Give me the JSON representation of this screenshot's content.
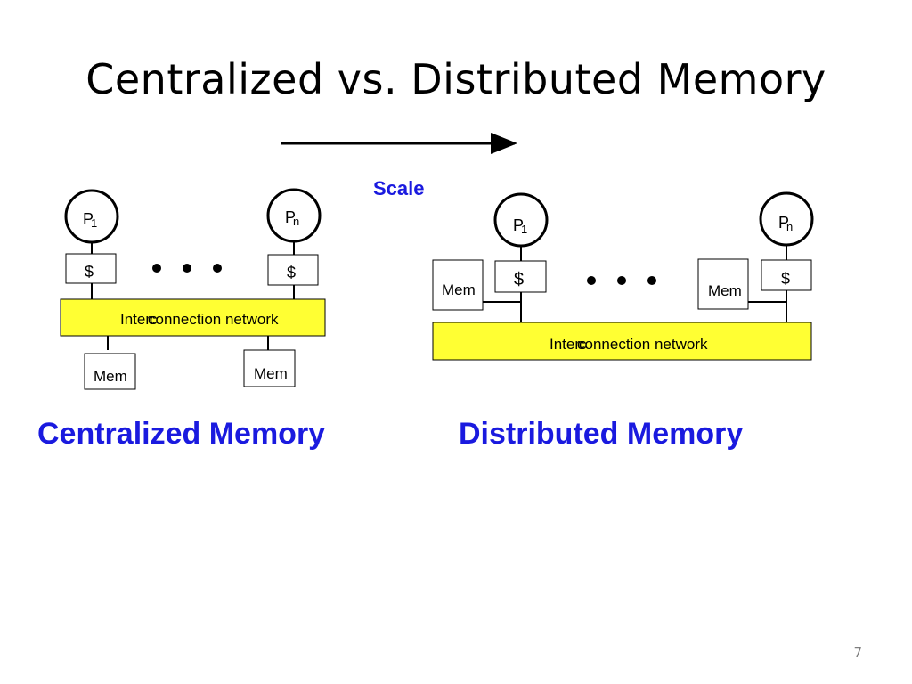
{
  "title": "Centralized vs. Distributed Memory",
  "scale_label": "Scale",
  "centralized": {
    "p1": {
      "main": "P",
      "sub": "1"
    },
    "pn": {
      "main": "P",
      "sub": "n"
    },
    "cache": "$",
    "network": {
      "prefix": "Inter",
      "overlap": "c",
      "rest": "connection network"
    },
    "mem_left": "Mem",
    "mem_right": "Mem",
    "caption": "Centralized Memory"
  },
  "distributed": {
    "p1": {
      "main": "P",
      "sub": "1"
    },
    "pn": {
      "main": "P",
      "sub": "n"
    },
    "cache": "$",
    "mem_left": "Mem",
    "mem_right": "Mem",
    "network": {
      "prefix": "Inter",
      "overlap": "c",
      "rest": "connection network"
    },
    "caption": "Distributed Memory"
  },
  "page_number": "7",
  "colors": {
    "caption": "#1a1adf",
    "network_fill": "#ffff33",
    "scale": "#1a1adf"
  }
}
